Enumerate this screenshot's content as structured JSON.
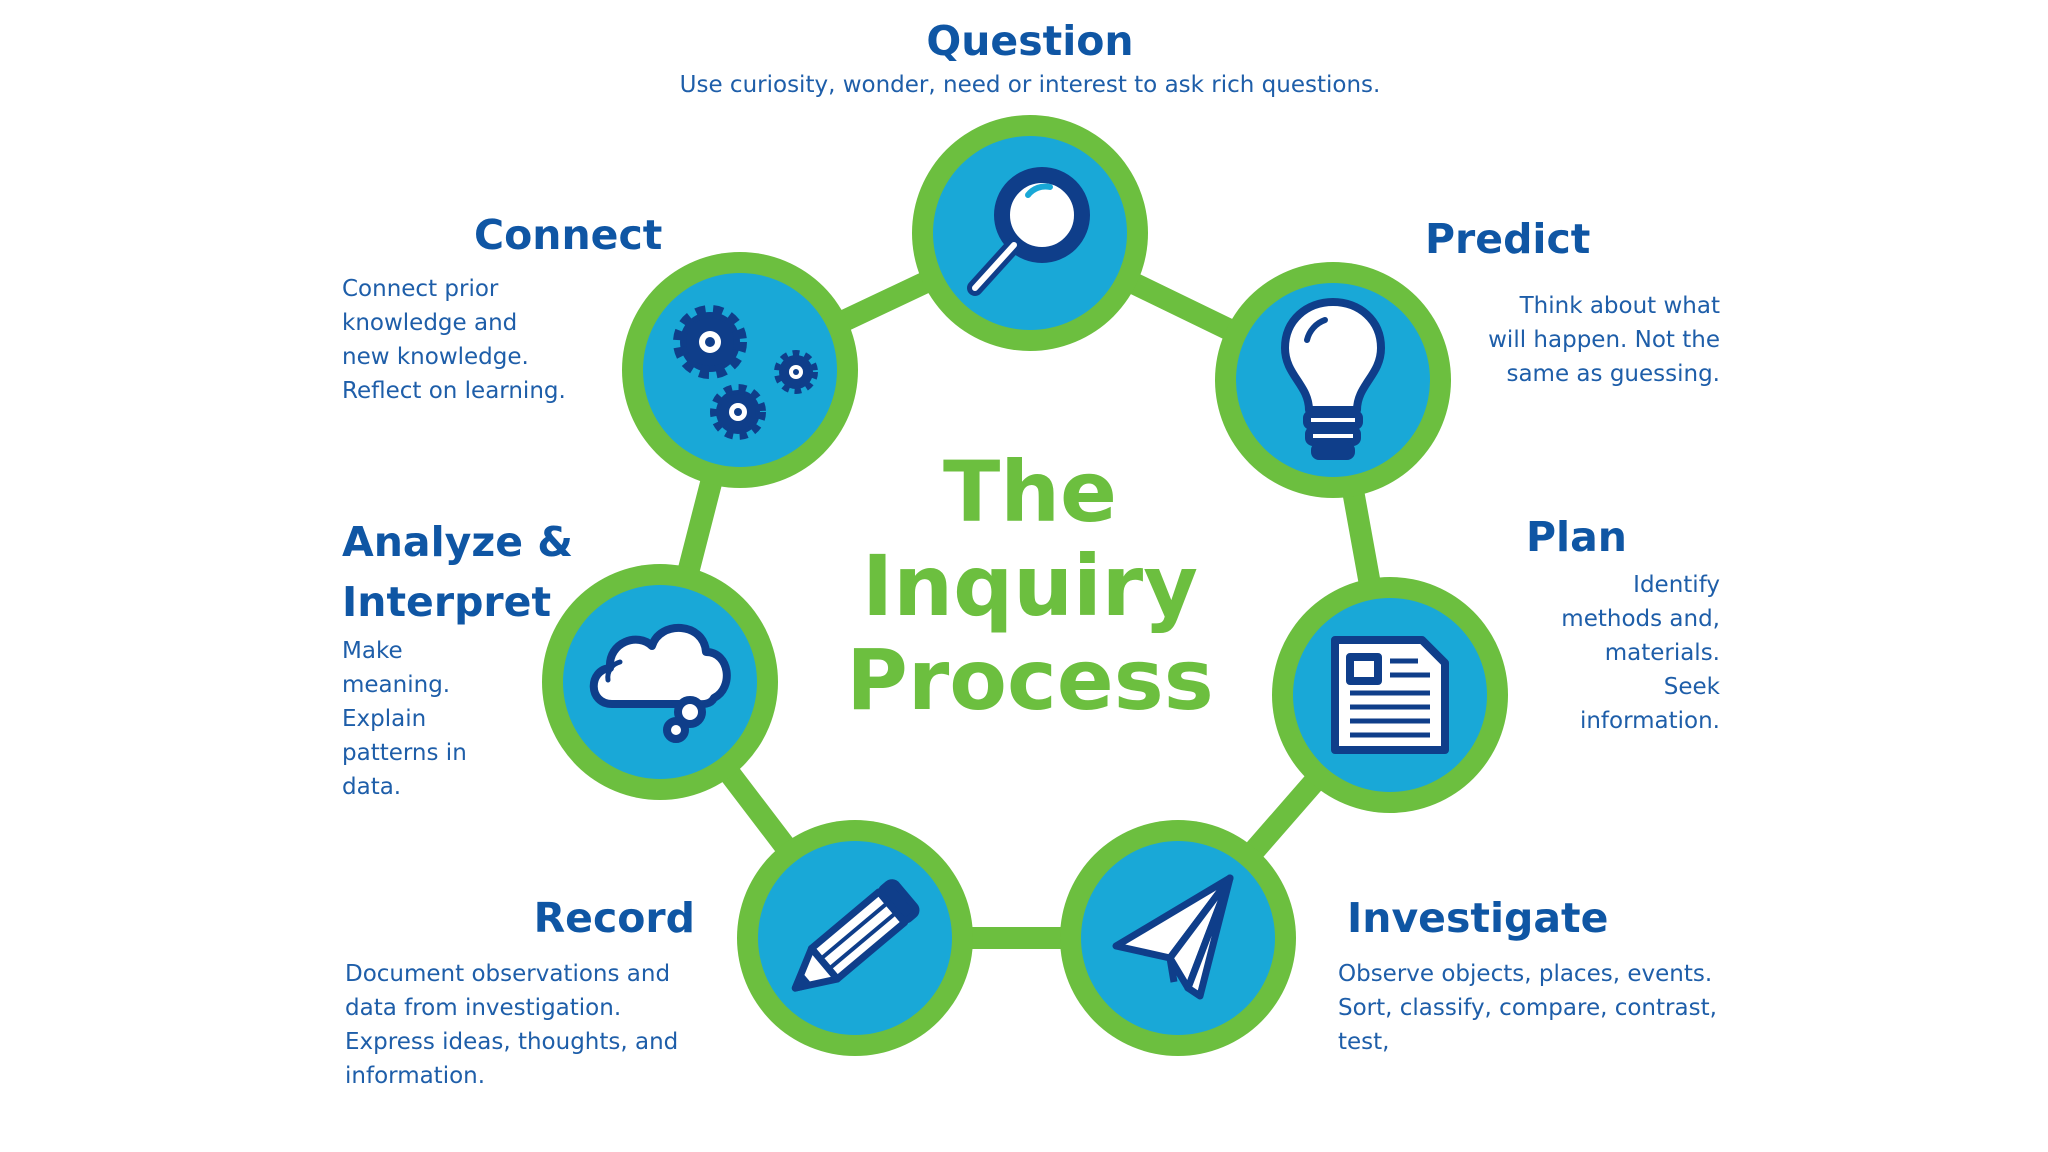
{
  "title_lines": [
    "The",
    "Inquiry",
    "Process"
  ],
  "colors": {
    "ring_green": "#6cbf3f",
    "circle_blue": "#19a8d7",
    "icon_navy": "#0f3e8a",
    "heading_blue": "#0f56a4"
  },
  "stages": [
    {
      "name": "Question",
      "description": "Use  curiosity, wonder, need or interest to ask rich questions.",
      "icon": "magnifier-icon"
    },
    {
      "name": "Predict",
      "description": "Think about what\nwill happen. Not the\nsame as guessing.",
      "icon": "lightbulb-icon"
    },
    {
      "name": "Plan",
      "description": "Identify\nmethods and,\nmaterials.\nSeek\ninformation.",
      "icon": "document-icon"
    },
    {
      "name": "Investigate",
      "description": "Observe objects, places, events.\nSort, classify, compare, contrast,\ntest,",
      "icon": "paper-plane-icon"
    },
    {
      "name": "Record",
      "description": "Document observations and\ndata from investigation.\nExpress ideas, thoughts, and\ninformation.",
      "icon": "pencil-icon"
    },
    {
      "name": "Analyze &\nInterpret",
      "description": "Make\nmeaning.\nExplain\npatterns in\ndata.",
      "icon": "thought-cloud-icon"
    },
    {
      "name": "Connect",
      "description": "Connect prior\nknowledge and\nnew knowledge.\nReflect on learning.",
      "icon": "gears-icon"
    }
  ]
}
